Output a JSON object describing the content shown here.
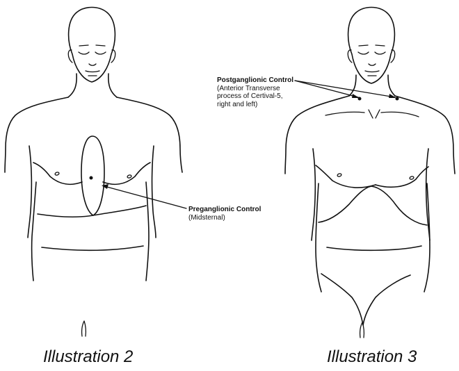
{
  "figures": [
    {
      "caption": "Illustration 2",
      "annotation": {
        "title": "Preganglionic Control",
        "detail": "(Midsternal)"
      }
    },
    {
      "caption": "Illustration 3",
      "annotation": {
        "title": "Postganglionic Control",
        "detail": "(Anterior Transverse process of Certival-5, right and left)"
      }
    }
  ],
  "colors": {
    "ink": "#111111",
    "background": "#ffffff"
  }
}
